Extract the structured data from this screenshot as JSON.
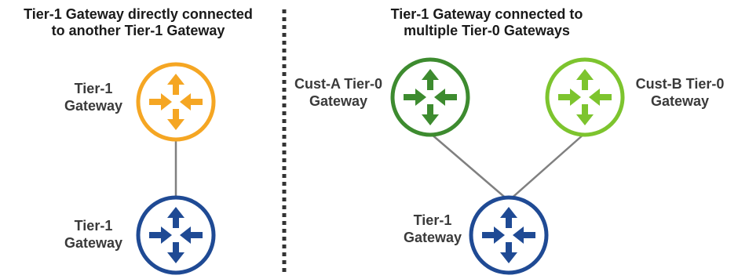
{
  "left_panel": {
    "title": "Tier-1 Gateway directly connected\nto another Tier-1 Gateway",
    "top_router": {
      "label": "Tier-1\nGateway",
      "color": "#F5A623",
      "icon": "router-icon"
    },
    "bottom_router": {
      "label": "Tier-1\nGateway",
      "color": "#1F4A94",
      "icon": "router-icon"
    }
  },
  "right_panel": {
    "title": "Tier-1 Gateway connected to\nmultiple Tier-0 Gateways",
    "cust_a_router": {
      "label": "Cust-A Tier-0\nGateway",
      "color": "#3D8B2F",
      "icon": "router-icon"
    },
    "cust_b_router": {
      "label": "Cust-B Tier-0\nGateway",
      "color": "#7DC42E",
      "icon": "router-icon"
    },
    "tier1_router": {
      "label": "Tier-1\nGateway",
      "color": "#1F4A94",
      "icon": "router-icon"
    }
  },
  "connector_color": "#808080",
  "divider_color": "#333333"
}
